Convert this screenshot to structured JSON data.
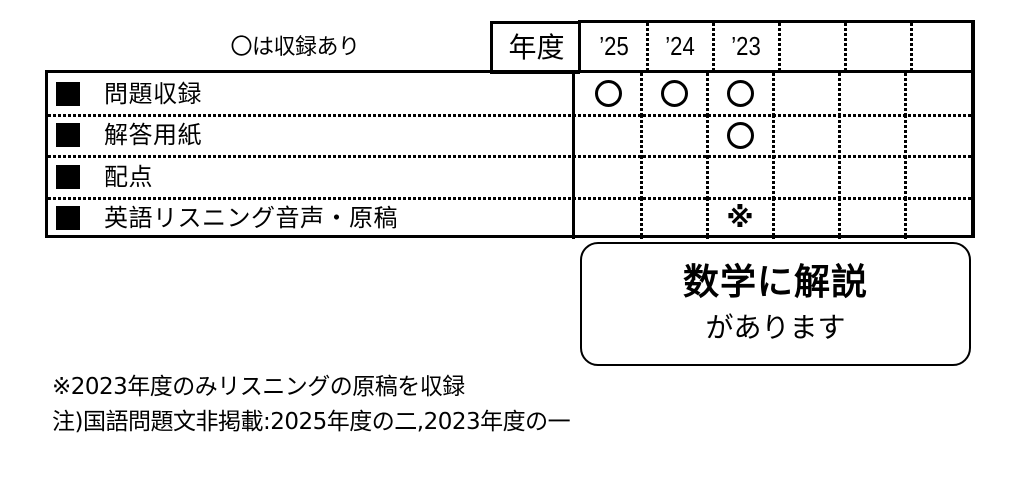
{
  "legend_note": "〇は収録あり",
  "header": {
    "year_label": "年度",
    "years": [
      "’25",
      "’24",
      "’23",
      "",
      "",
      ""
    ]
  },
  "rows": [
    {
      "label": "問題収録",
      "marks": [
        "circle",
        "circle",
        "circle",
        "",
        "",
        ""
      ]
    },
    {
      "label": "解答用紙",
      "marks": [
        "",
        "",
        "circle",
        "",
        "",
        ""
      ]
    },
    {
      "label": "配点",
      "marks": [
        "",
        "",
        "",
        "",
        "",
        ""
      ]
    },
    {
      "label": "英語リスニング音声・原稿",
      "marks": [
        "",
        "",
        "kome",
        "",
        "",
        ""
      ]
    }
  ],
  "mark_symbols": {
    "circle": "〇",
    "kome": "※"
  },
  "commentary": {
    "title": "数学に解説",
    "subtitle": "があります"
  },
  "footnotes": [
    "※2023年度のみリスニングの原稿を収録",
    "注)国語問題文非掲載:2025年度の二,2023年度の一"
  ]
}
